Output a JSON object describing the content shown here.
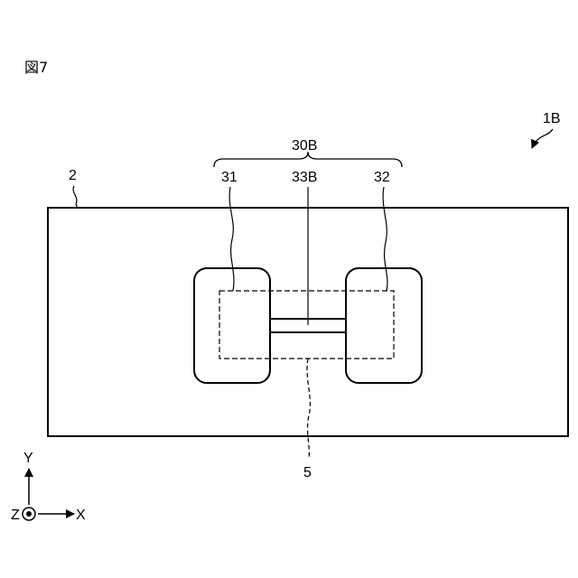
{
  "figure": {
    "title": "図7",
    "device_label": "1B",
    "substrate_label": "2",
    "group_label": "30B",
    "left_pad_label": "31",
    "bridge_label": "33B",
    "right_pad_label": "32",
    "dashed_region_label": "5"
  },
  "axes": {
    "y_label": "Y",
    "x_label": "X",
    "z_label": "Z"
  }
}
